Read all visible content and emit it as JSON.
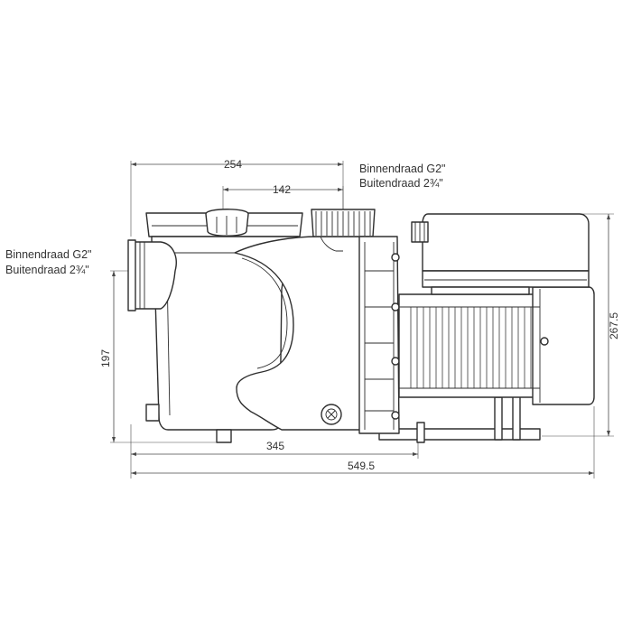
{
  "dimensions": {
    "top_overall": "254",
    "top_inner": "142",
    "left_height": "197",
    "right_height": "267.5",
    "bottom_inner": "345",
    "bottom_overall": "549.5"
  },
  "labels": {
    "top_port": {
      "line1": "Binnendraad G2\"",
      "line2": "Buitendraad 2¾\""
    },
    "side_port": {
      "line1": "Binnendraad G2\"",
      "line2": "Buitendraad 2¾\""
    }
  }
}
